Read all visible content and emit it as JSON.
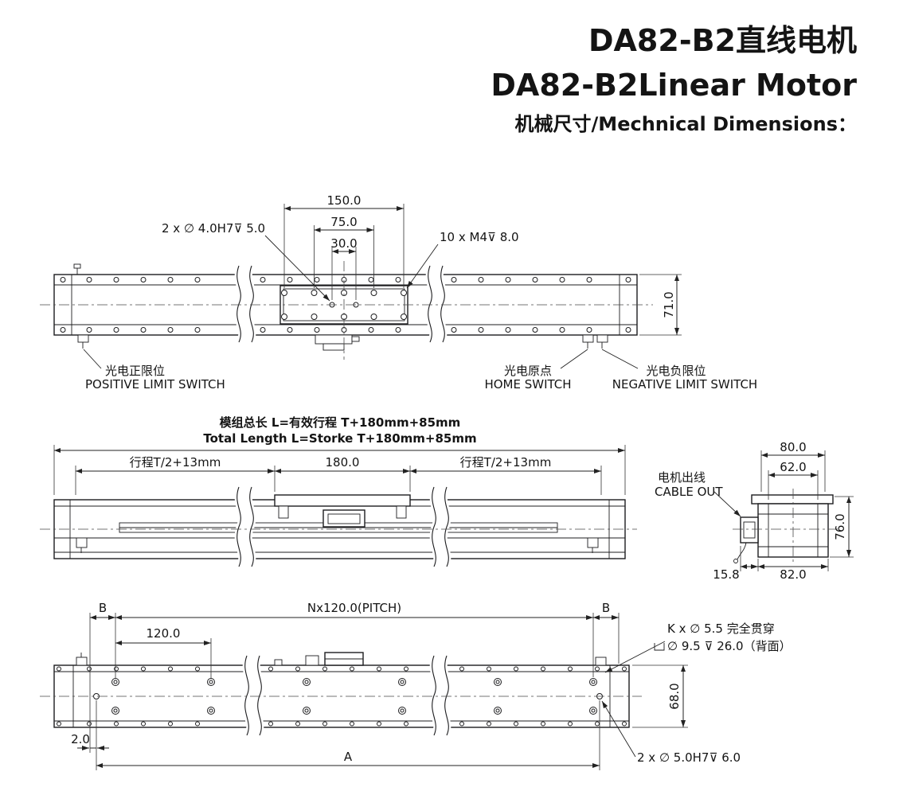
{
  "title": {
    "cn": "DA82-B2直线电机",
    "en": "DA82-B2Linear Motor",
    "sub": "机械尺寸/Mechnical Dimensions：",
    "accent_color": "#4b98ac"
  },
  "top_view": {
    "dim_150": "150.0",
    "dim_75": "75.0",
    "dim_30": "30.0",
    "callout_dowel": "2 x ∅ 4.0H7⊽ 5.0",
    "callout_m4": "10 x M4⊽ 8.0",
    "dim_height": "71.0",
    "positive_limit_cn": "光电正限位",
    "positive_limit_en": "POSITIVE LIMIT SWITCH",
    "home_cn": "光电原点",
    "home_en": "HOME SWITCH",
    "negative_limit_cn": "光电负限位",
    "negative_limit_en": "NEGATIVE LIMIT SWITCH"
  },
  "side_view": {
    "total_length_cn": "模组总长 L=有效行程 T+180mm+85mm",
    "total_length_en": "Total Length L=Storke T+180mm+85mm",
    "stroke_dim": "行程T/2+13mm",
    "dim_180": "180.0",
    "cable_out_cn": "电机出线",
    "cable_out_en": "CABLE OUT",
    "dim_80": "80.0",
    "dim_62": "62.0",
    "dim_76": "76.0",
    "dim_15_8": "15.8",
    "dim_82": "82.0"
  },
  "bottom_view": {
    "b_label": "B",
    "pitch_label": "Nx120.0(PITCH)",
    "dim_120": "120.0",
    "callout_k_line1": "K x ∅ 5.5 完全贯穿",
    "callout_k_line2": "∅ 9.5 ⊽ 26.0（背面）",
    "dim_height": "68.0",
    "dim_2": "2.0",
    "dim_a": "A",
    "callout_dowel": "2 x ∅ 5.0H7⊽ 6.0"
  }
}
